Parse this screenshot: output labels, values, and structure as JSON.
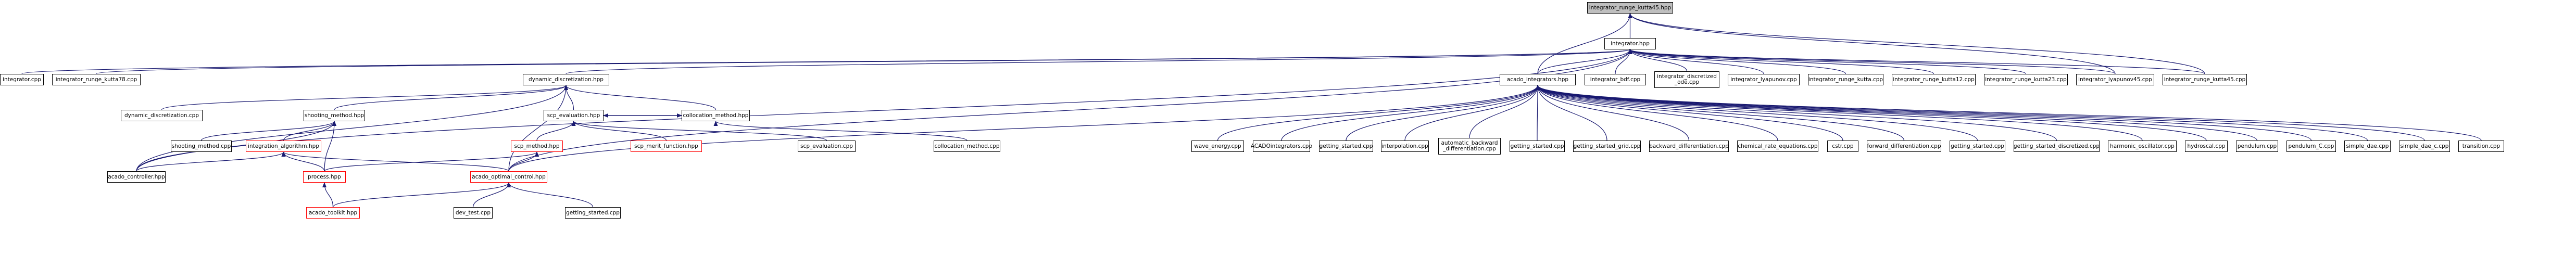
{
  "graph": {
    "edge_color": "#191970",
    "root_fill": "#bfbfbf",
    "red_border": "#ff0000",
    "nodes": {
      "n0": "integrator_runge_kutta45.hpp",
      "n1": "integrator.hpp",
      "n2": "integrator.cpp",
      "n3": "integrator_runge_kutta78.cpp",
      "n4": "dynamic_discretization.hpp",
      "n5": "acado_integrators.hpp",
      "n6": "integrator_bdf.cpp",
      "n7a": "integrator_discretized",
      "n7b": "_ode.cpp",
      "n8": "integrator_lyapunov.cpp",
      "n9": "integrator_runge_kutta.cpp",
      "n10": "integrator_runge_kutta12.cpp",
      "n11": "integrator_runge_kutta23.cpp",
      "n12": "integrator_lyapunov45.cpp",
      "n13": "integrator_runge_kutta45.cpp",
      "n14": "dynamic_discretization.cpp",
      "n15": "shooting_method.hpp",
      "n16": "scp_evaluation.hpp",
      "n17": "collocation_method.hpp",
      "n18": "shooting_method.cpp",
      "n19": "integration_algorithm.hpp",
      "n20": "scp_method.hpp",
      "n21": "scp_merit_function.hpp",
      "n22": "scp_evaluation.cpp",
      "n23": "collocation_method.cpp",
      "n24": "acado_controller.hpp",
      "n25": "process.hpp",
      "n26": "acado_optimal_control.hpp",
      "n27": "acado_toolkit.hpp",
      "n28": "dev_test.cpp",
      "n29": "getting_started.cpp",
      "n30": "wave_energy.cpp",
      "n31": "ACADOintegrators.cpp",
      "n32": "getting_started.cpp",
      "n33": "interpolation.cpp",
      "n34a": "automatic_backward",
      "n34b": "_differentiation.cpp",
      "n35": "getting_started.cpp",
      "n36": "getting_started_grid.cpp",
      "n37": "backward_differentiation.cpp",
      "n38": "chemical_rate_equations.cpp",
      "n39": "cstr.cpp",
      "n40": "forward_differentiation.cpp",
      "n41": "getting_started.cpp",
      "n42": "getting_started_discretized.cpp",
      "n43": "harmonic_oscillator.cpp",
      "n44": "hydroscal.cpp",
      "n45": "pendulum.cpp",
      "n46": "pendulum_C.cpp",
      "n47": "simple_dae.cpp",
      "n48": "simple_dae_c.cpp",
      "n49": "transition.cpp"
    }
  }
}
